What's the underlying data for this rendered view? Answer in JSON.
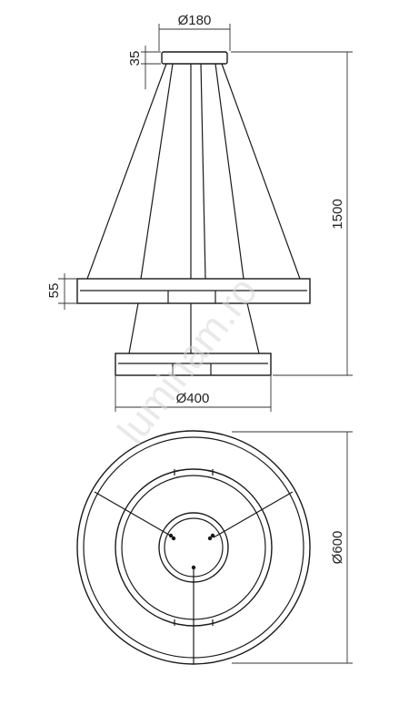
{
  "dimensions": {
    "canopy_diameter": "Ø180",
    "canopy_height": "35",
    "total_height": "1500",
    "ring_height": "55",
    "small_ring_diameter": "Ø400",
    "large_ring_diameter": "Ø600"
  },
  "watermark": "luminam.ro",
  "colors": {
    "line": "#1a1a1a",
    "dimension_line": "#333333",
    "watermark": "#d8d8d8"
  }
}
